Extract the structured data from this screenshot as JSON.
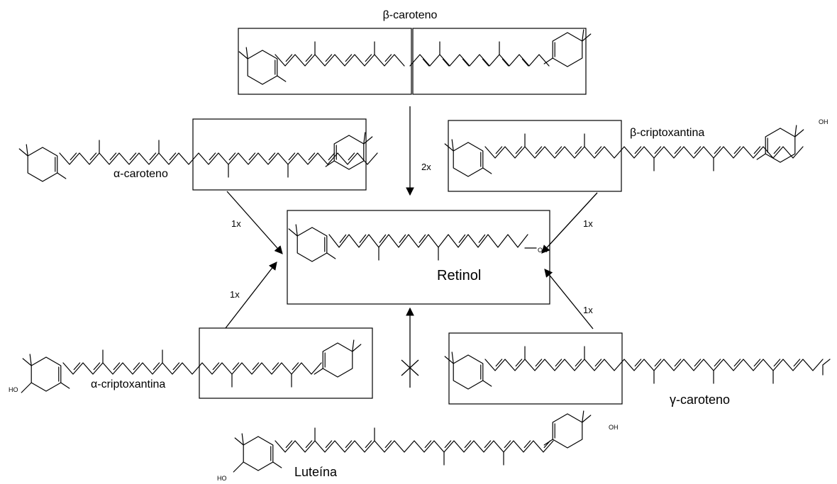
{
  "diagram": {
    "product": {
      "name": "Retinol",
      "oh": "OH"
    },
    "molecules": [
      {
        "id": "beta-caroteno",
        "name": "β-caroteno",
        "ratio": "2x",
        "oh": []
      },
      {
        "id": "alpha-caroteno",
        "name": "α-caroteno",
        "ratio": "1x",
        "oh": []
      },
      {
        "id": "beta-criptoxantina",
        "name": "β-criptoxantina",
        "ratio": "1x",
        "oh": [
          "OH"
        ]
      },
      {
        "id": "alpha-criptoxantina",
        "name": "α-criptoxantina",
        "ratio": "1x",
        "oh": [
          "HO"
        ]
      },
      {
        "id": "gamma-caroteno",
        "name": "γ-caroteno",
        "ratio": "1x",
        "oh": []
      },
      {
        "id": "luteina",
        "name": "Luteína",
        "ratio": "",
        "blocked": true,
        "oh": [
          "OH",
          "HO"
        ]
      }
    ]
  }
}
